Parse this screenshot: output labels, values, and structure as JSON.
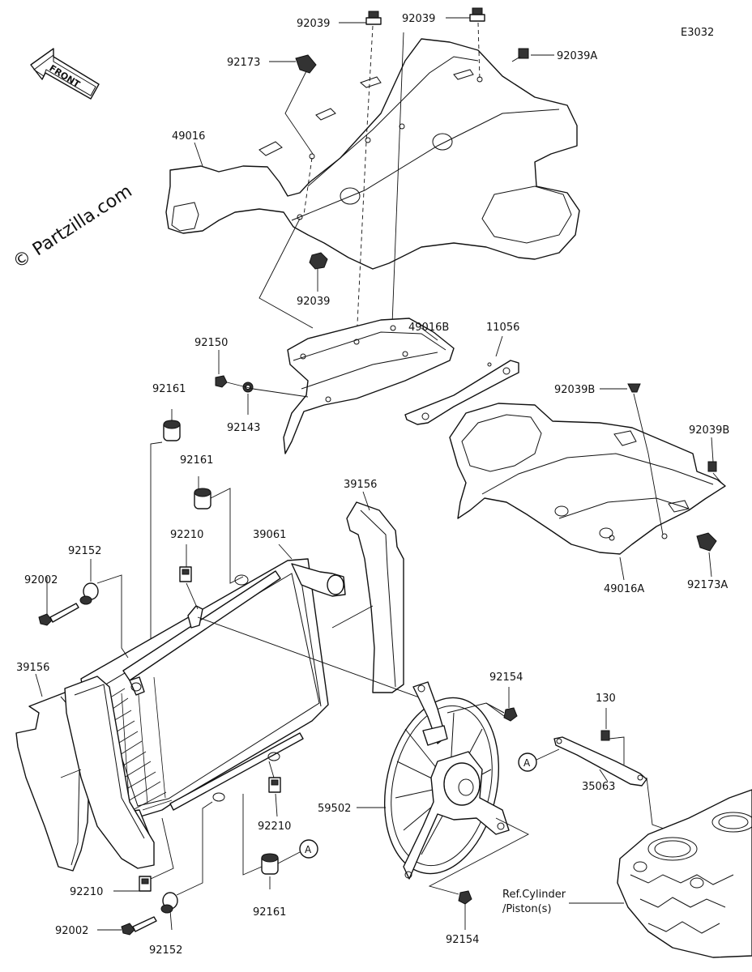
{
  "diagram_code": "E3032",
  "watermark": "© Partzilla.com",
  "front_arrow_label": "FRONT",
  "reference_note": [
    "Ref.Cylinder",
    "/Piston(s)"
  ],
  "callout_marker": "A",
  "labels": {
    "p92039_top_a": "92039",
    "p92039_top_b": "92039",
    "p92039A": "92039A",
    "p92173": "92173",
    "p49016": "49016",
    "p92039_mid": "92039",
    "p49016B": "49016B",
    "p11056": "11056",
    "p92150": "92150",
    "p92143": "92143",
    "p92039B_a": "92039B",
    "p92039B_b": "92039B",
    "p92161_a": "92161",
    "p92161_b": "92161",
    "p92161_c": "92161",
    "p39156_a": "39156",
    "p39156_b": "39156",
    "p92210_a": "92210",
    "p92210_b": "92210",
    "p92210_c": "92210",
    "p39061": "39061",
    "p92152_a": "92152",
    "p92152_b": "92152",
    "p92002_a": "92002",
    "p92002_b": "92002",
    "p49016A": "49016A",
    "p92173A": "92173A",
    "p92154_a": "92154",
    "p92154_b": "92154",
    "p130": "130",
    "p35063": "35063",
    "p59502": "59502"
  }
}
